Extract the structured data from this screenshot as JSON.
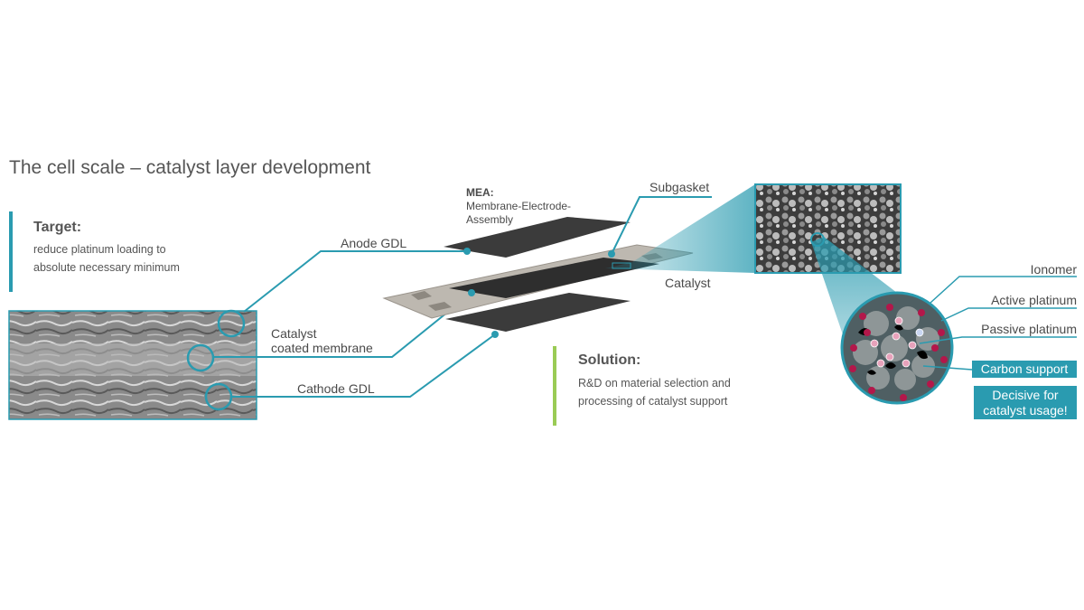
{
  "title": "The cell scale – catalyst layer development",
  "target": {
    "heading": "Target:",
    "text_line1": "reduce platinum loading to",
    "text_line2": "absolute necessary minimum"
  },
  "solution": {
    "heading": "Solution:",
    "text_line1": "R&D on material selection and",
    "text_line2": "processing of catalyst support"
  },
  "mea": {
    "heading": "MEA:",
    "line1": "Membrane-Electrode-",
    "line2": "Assembly"
  },
  "labels": {
    "anode_gdl": "Anode GDL",
    "ccm_line1": "Catalyst",
    "ccm_line2": "coated membrane",
    "cathode_gdl": "Cathode GDL",
    "subgasket": "Subgasket",
    "catalyst": "Catalyst",
    "ionomer": "Ionomer",
    "active_platinum": "Active platinum",
    "passive_platinum": "Passive platinum",
    "carbon_support": "Carbon support",
    "decisive_line1": "Decisive for",
    "decisive_line2": "catalyst usage!"
  },
  "colors": {
    "teal": "#2a9bb0",
    "green": "#9acb55",
    "active_pt": "#b3174a",
    "passive_pt": "#e7a2bb"
  }
}
